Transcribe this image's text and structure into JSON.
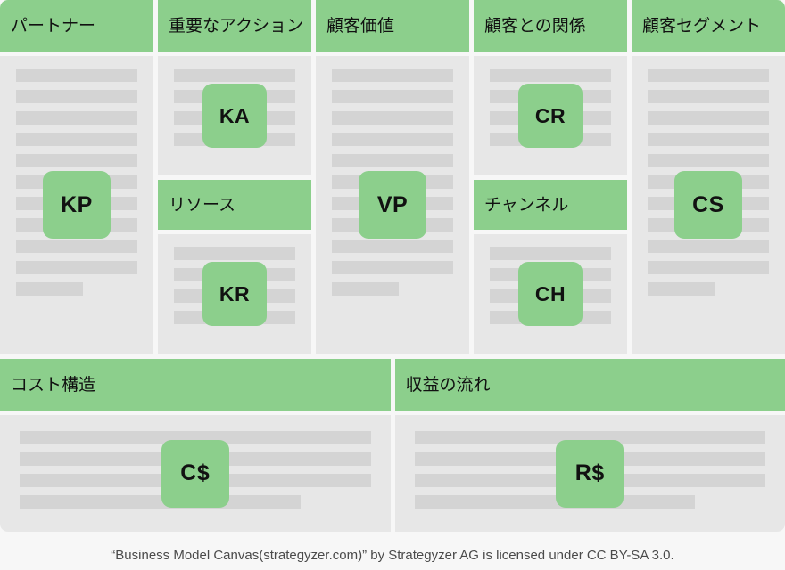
{
  "canvas": {
    "columns": [
      {
        "id": "key-partners",
        "header": "パートナー",
        "sections": [
          {
            "badge": "KP",
            "lines": 11,
            "last_short": true
          }
        ]
      },
      {
        "id": "key-activities",
        "header": "重要なアクション",
        "sections": [
          {
            "badge": "KA",
            "lines": 4,
            "last_short": false
          },
          {
            "sub_header": "リソース",
            "badge": "KR",
            "lines": 4,
            "last_short": false
          }
        ]
      },
      {
        "id": "value-proposition",
        "header": "顧客価値",
        "sections": [
          {
            "badge": "VP",
            "lines": 11,
            "last_short": true
          }
        ]
      },
      {
        "id": "customer-relationships",
        "header": "顧客との関係",
        "sections": [
          {
            "badge": "CR",
            "lines": 4,
            "last_short": false
          },
          {
            "sub_header": "チャンネル",
            "badge": "CH",
            "lines": 4,
            "last_short": false
          }
        ]
      },
      {
        "id": "customer-segments",
        "header": "顧客セグメント",
        "sections": [
          {
            "badge": "CS",
            "lines": 11,
            "last_short": true
          }
        ]
      }
    ],
    "panels": [
      {
        "id": "cost-structure",
        "header": "コスト構造",
        "badge": "C$",
        "lines": 4,
        "last_short80": true
      },
      {
        "id": "revenue-streams",
        "header": "収益の流れ",
        "badge": "R$",
        "lines": 4,
        "last_short80": true
      }
    ]
  },
  "caption": {
    "text": "“Business Model Canvas(strategyzer.com)” by Strategyzer AG is licensed under CC BY-SA 3.0."
  },
  "colors": {
    "accent_green": "#8ccf8c",
    "block_grey": "#e7e7e7",
    "line_grey": "#d4d4d4",
    "page_background": "#f7f7f7",
    "text": "#111111",
    "caption_text": "#4a4a4a"
  }
}
